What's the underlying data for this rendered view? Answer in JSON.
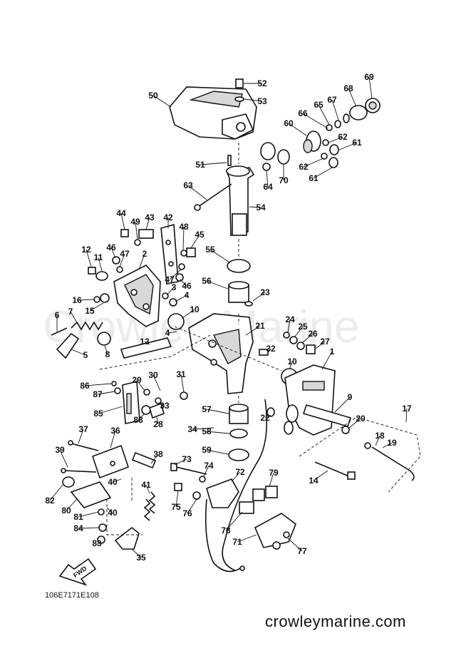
{
  "watermark": "Crowley Marine",
  "drawing_code": "106E7171E108",
  "site": "crowleymarine.com",
  "fwd_label": "FWD",
  "callouts": [
    "1",
    "2",
    "3",
    "4",
    "4",
    "5",
    "6",
    "7",
    "8",
    "9",
    "10",
    "10",
    "11",
    "12",
    "13",
    "14",
    "15",
    "16",
    "17",
    "18",
    "19",
    "20",
    "21",
    "22",
    "23",
    "24",
    "25",
    "26",
    "27",
    "28",
    "29",
    "30",
    "31",
    "32",
    "33",
    "34",
    "35",
    "36",
    "37",
    "38",
    "39",
    "40",
    "40",
    "41",
    "42",
    "43",
    "44",
    "45",
    "46",
    "46",
    "47",
    "47",
    "48",
    "49",
    "50",
    "51",
    "52",
    "53",
    "54",
    "55",
    "56",
    "57",
    "58",
    "59",
    "60",
    "61",
    "61",
    "62",
    "62",
    "63",
    "64",
    "65",
    "66",
    "67",
    "68",
    "69",
    "70",
    "71",
    "72",
    "73",
    "74",
    "75",
    "76",
    "77",
    "78",
    "79",
    "80",
    "81",
    "82",
    "83",
    "84",
    "85",
    "86",
    "87",
    "88"
  ]
}
